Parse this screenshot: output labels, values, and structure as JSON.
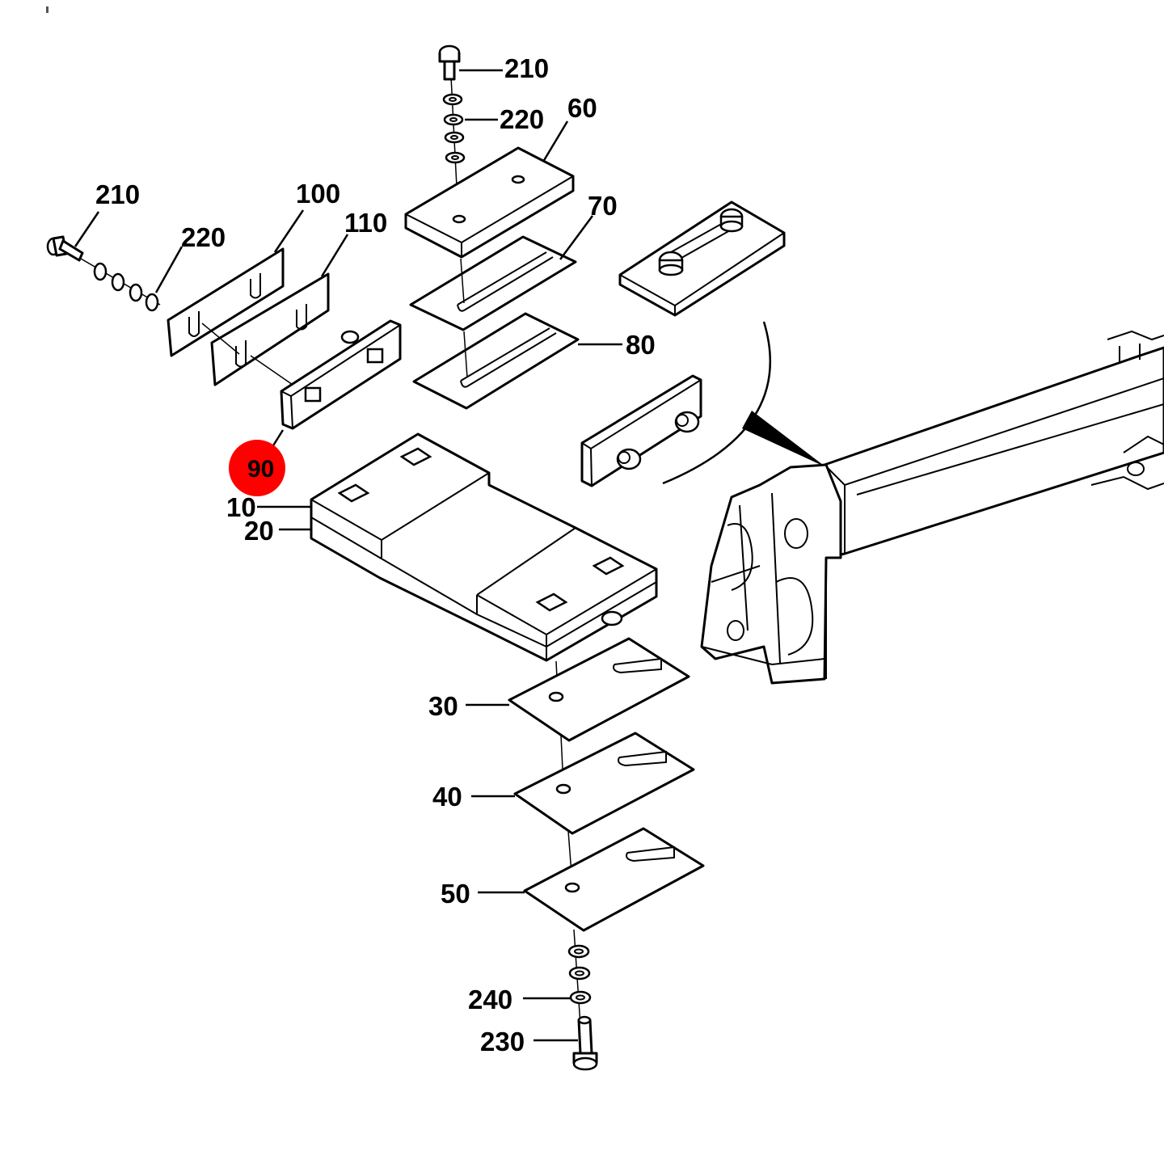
{
  "callouts": {
    "c210_top": "210",
    "c220_top": "220",
    "c60": "60",
    "c70": "70",
    "c80": "80",
    "c210_left": "210",
    "c220_left": "220",
    "c100": "100",
    "c110": "110",
    "c90": "90",
    "c10": "10",
    "c20": "20",
    "c30": "30",
    "c40": "40",
    "c50": "50",
    "c240": "240",
    "c230": "230"
  },
  "highlight": {
    "color": "#ff0000",
    "item": "90"
  }
}
